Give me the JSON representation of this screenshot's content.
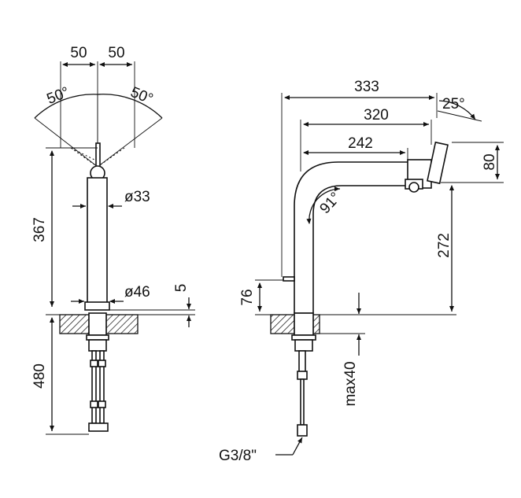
{
  "front_view": {
    "width_left": "50",
    "width_right": "50",
    "angle_left": "50°",
    "angle_right": "50°",
    "diameter_spout": "ø33",
    "height_total": "367",
    "diameter_base": "ø46",
    "base_height": "5",
    "hose_length": "480"
  },
  "side_view": {
    "reach_total": "333",
    "reach_spray": "320",
    "reach_inner": "242",
    "tilt_angle": "25°",
    "head_height": "80",
    "bend_angle": "91°",
    "spout_height": "272",
    "lever_height": "76",
    "counter_thickness": "max40",
    "connection": "G3/8\""
  }
}
